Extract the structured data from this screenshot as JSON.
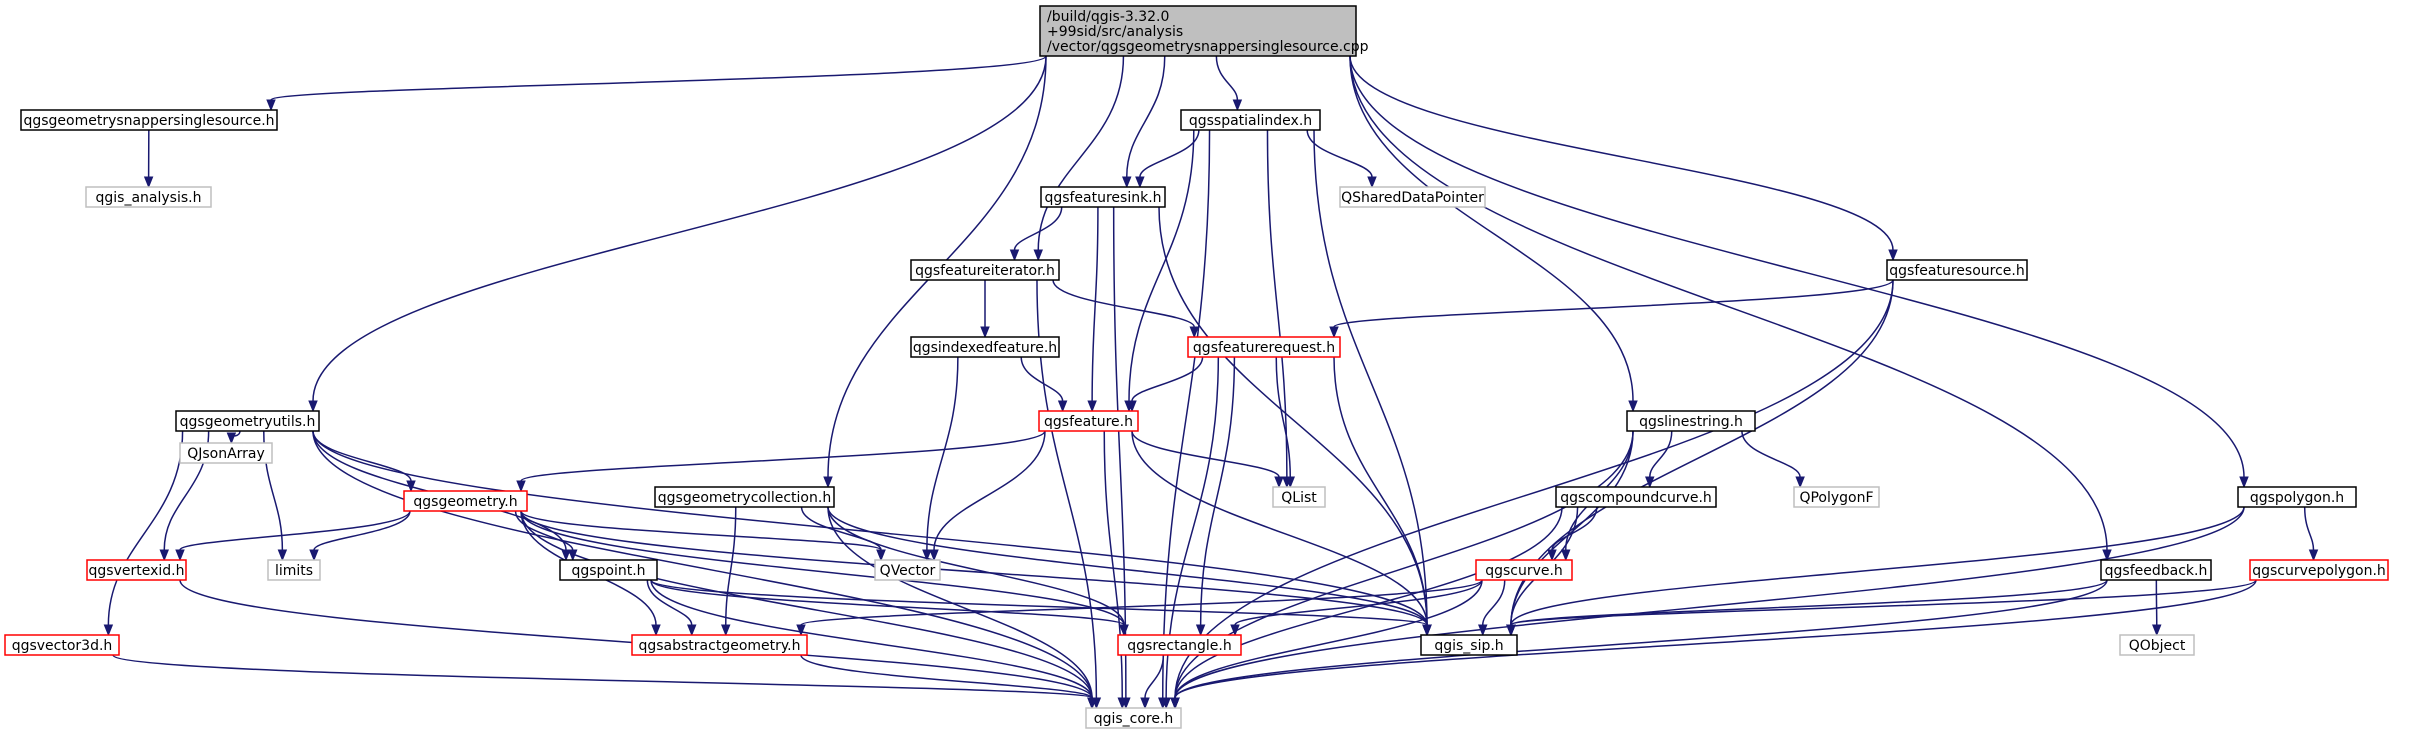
{
  "colors": {
    "edge": "#191970",
    "root_fill": "#bfbfbf",
    "border_normal": "#000000",
    "border_truncated": "#ff0000",
    "border_external": "#bfbfbf",
    "node_fill": "#ffffff"
  },
  "nodes": {
    "root": {
      "lines": [
        "/build/qgis-3.32.0",
        "+99sid/src/analysis",
        "/vector/qgsgeometrysnappersinglesource.cpp"
      ],
      "style": "root"
    },
    "snapper_h": {
      "lines": [
        "qgsgeometrysnappersinglesource.h"
      ],
      "style": "normal"
    },
    "qgis_analysis": {
      "lines": [
        "qgis_analysis.h"
      ],
      "style": "external"
    },
    "spatialindex": {
      "lines": [
        "qgsspatialindex.h"
      ],
      "style": "normal"
    },
    "featuresink": {
      "lines": [
        "qgsfeaturesink.h"
      ],
      "style": "normal"
    },
    "qshareddatapointer": {
      "lines": [
        "QSharedDataPointer"
      ],
      "style": "external"
    },
    "featureiterator": {
      "lines": [
        "qgsfeatureiterator.h"
      ],
      "style": "normal"
    },
    "featuresource": {
      "lines": [
        "qgsfeaturesource.h"
      ],
      "style": "normal"
    },
    "indexedfeature": {
      "lines": [
        "qgsindexedfeature.h"
      ],
      "style": "normal"
    },
    "featurerequest": {
      "lines": [
        "qgsfeaturerequest.h"
      ],
      "style": "truncated"
    },
    "geometryutils": {
      "lines": [
        "qgsgeometryutils.h"
      ],
      "style": "normal"
    },
    "feature": {
      "lines": [
        "qgsfeature.h"
      ],
      "style": "truncated"
    },
    "linestring": {
      "lines": [
        "qgslinestring.h"
      ],
      "style": "normal"
    },
    "qjsonarray": {
      "lines": [
        "QJsonArray"
      ],
      "style": "external"
    },
    "qlist": {
      "lines": [
        "QList"
      ],
      "style": "external"
    },
    "qpolygonf": {
      "lines": [
        "QPolygonF"
      ],
      "style": "external"
    },
    "geometry": {
      "lines": [
        "qgsgeometry.h"
      ],
      "style": "truncated"
    },
    "geometrycollection": {
      "lines": [
        "qgsgeometrycollection.h"
      ],
      "style": "normal"
    },
    "compoundcurve": {
      "lines": [
        "qgscompoundcurve.h"
      ],
      "style": "normal"
    },
    "polygon": {
      "lines": [
        "qgspolygon.h"
      ],
      "style": "normal"
    },
    "vertexid": {
      "lines": [
        "qgsvertexid.h"
      ],
      "style": "truncated"
    },
    "limits": {
      "lines": [
        "limits"
      ],
      "style": "external"
    },
    "point": {
      "lines": [
        "qgspoint.h"
      ],
      "style": "normal"
    },
    "qvector": {
      "lines": [
        "QVector"
      ],
      "style": "external"
    },
    "curve": {
      "lines": [
        "qgscurve.h"
      ],
      "style": "truncated"
    },
    "feedback": {
      "lines": [
        "qgsfeedback.h"
      ],
      "style": "normal"
    },
    "curvepolygon": {
      "lines": [
        "qgscurvepolygon.h"
      ],
      "style": "truncated"
    },
    "vector3d": {
      "lines": [
        "qgsvector3d.h"
      ],
      "style": "truncated"
    },
    "abstractgeometry": {
      "lines": [
        "qgsabstractgeometry.h"
      ],
      "style": "truncated"
    },
    "rectangle": {
      "lines": [
        "qgsrectangle.h"
      ],
      "style": "truncated"
    },
    "qgis_sip": {
      "lines": [
        "qgis_sip.h"
      ],
      "style": "normal"
    },
    "qobject": {
      "lines": [
        "QObject"
      ],
      "style": "external"
    },
    "qgis_core": {
      "lines": [
        "qgis_core.h"
      ],
      "style": "external"
    }
  },
  "edges": [
    [
      "root",
      "snapper_h"
    ],
    [
      "root",
      "geometryutils"
    ],
    [
      "root",
      "geometrycollection"
    ],
    [
      "root",
      "featureiterator"
    ],
    [
      "root",
      "featuresink"
    ],
    [
      "root",
      "spatialindex"
    ],
    [
      "root",
      "linestring"
    ],
    [
      "root",
      "featuresource"
    ],
    [
      "root",
      "feedback"
    ],
    [
      "root",
      "polygon"
    ],
    [
      "snapper_h",
      "qgis_analysis"
    ],
    [
      "spatialindex",
      "featuresink"
    ],
    [
      "spatialindex",
      "qshareddatapointer"
    ],
    [
      "spatialindex",
      "feature"
    ],
    [
      "spatialindex",
      "qlist"
    ],
    [
      "spatialindex",
      "qgis_sip"
    ],
    [
      "spatialindex",
      "qgis_core"
    ],
    [
      "featuresink",
      "featureiterator"
    ],
    [
      "featuresink",
      "feature"
    ],
    [
      "featuresink",
      "qgis_sip"
    ],
    [
      "featuresink",
      "qgis_core"
    ],
    [
      "featureiterator",
      "indexedfeature"
    ],
    [
      "featureiterator",
      "featurerequest"
    ],
    [
      "featureiterator",
      "qgis_core"
    ],
    [
      "featuresource",
      "featurerequest"
    ],
    [
      "featuresource",
      "qgis_sip"
    ],
    [
      "featuresource",
      "qgis_core"
    ],
    [
      "indexedfeature",
      "feature"
    ],
    [
      "indexedfeature",
      "qvector"
    ],
    [
      "featurerequest",
      "feature"
    ],
    [
      "featurerequest",
      "qlist"
    ],
    [
      "featurerequest",
      "rectangle"
    ],
    [
      "featurerequest",
      "qgis_sip"
    ],
    [
      "featurerequest",
      "qgis_core"
    ],
    [
      "feature",
      "geometry"
    ],
    [
      "feature",
      "qlist"
    ],
    [
      "feature",
      "qvector"
    ],
    [
      "feature",
      "qgis_sip"
    ],
    [
      "feature",
      "qgis_core"
    ],
    [
      "geometryutils",
      "qjsonarray"
    ],
    [
      "geometryutils",
      "geometry"
    ],
    [
      "geometryutils",
      "point"
    ],
    [
      "geometryutils",
      "vertexid"
    ],
    [
      "geometryutils",
      "limits"
    ],
    [
      "geometryutils",
      "vector3d"
    ],
    [
      "geometryutils",
      "qgis_sip"
    ],
    [
      "geometryutils",
      "qgis_core"
    ],
    [
      "linestring",
      "compoundcurve"
    ],
    [
      "linestring",
      "curve"
    ],
    [
      "linestring",
      "qpolygonf"
    ],
    [
      "linestring",
      "qgis_sip"
    ],
    [
      "linestring",
      "qgis_core"
    ],
    [
      "geometry",
      "vertexid"
    ],
    [
      "geometry",
      "limits"
    ],
    [
      "geometry",
      "point"
    ],
    [
      "geometry",
      "qvector"
    ],
    [
      "geometry",
      "abstractgeometry"
    ],
    [
      "geometry",
      "rectangle"
    ],
    [
      "geometry",
      "qgis_sip"
    ],
    [
      "geometry",
      "qgis_core"
    ],
    [
      "geometrycollection",
      "qvector"
    ],
    [
      "geometrycollection",
      "abstractgeometry"
    ],
    [
      "geometrycollection",
      "rectangle"
    ],
    [
      "geometrycollection",
      "qgis_sip"
    ],
    [
      "geometrycollection",
      "qgis_core"
    ],
    [
      "compoundcurve",
      "curve"
    ],
    [
      "compoundcurve",
      "qgis_sip"
    ],
    [
      "compoundcurve",
      "qgis_core"
    ],
    [
      "polygon",
      "curvepolygon"
    ],
    [
      "polygon",
      "qgis_sip"
    ],
    [
      "polygon",
      "qgis_core"
    ],
    [
      "vertexid",
      "qgis_core"
    ],
    [
      "point",
      "abstractgeometry"
    ],
    [
      "point",
      "rectangle"
    ],
    [
      "point",
      "qgis_sip"
    ],
    [
      "point",
      "qgis_core"
    ],
    [
      "curve",
      "abstractgeometry"
    ],
    [
      "curve",
      "rectangle"
    ],
    [
      "curve",
      "qgis_sip"
    ],
    [
      "curve",
      "qgis_core"
    ],
    [
      "feedback",
      "qobject"
    ],
    [
      "feedback",
      "qgis_sip"
    ],
    [
      "feedback",
      "qgis_core"
    ],
    [
      "curvepolygon",
      "qgis_sip"
    ],
    [
      "curvepolygon",
      "qgis_core"
    ],
    [
      "vector3d",
      "qgis_core"
    ],
    [
      "abstractgeometry",
      "qgis_core"
    ],
    [
      "rectangle",
      "qgis_core"
    ]
  ]
}
